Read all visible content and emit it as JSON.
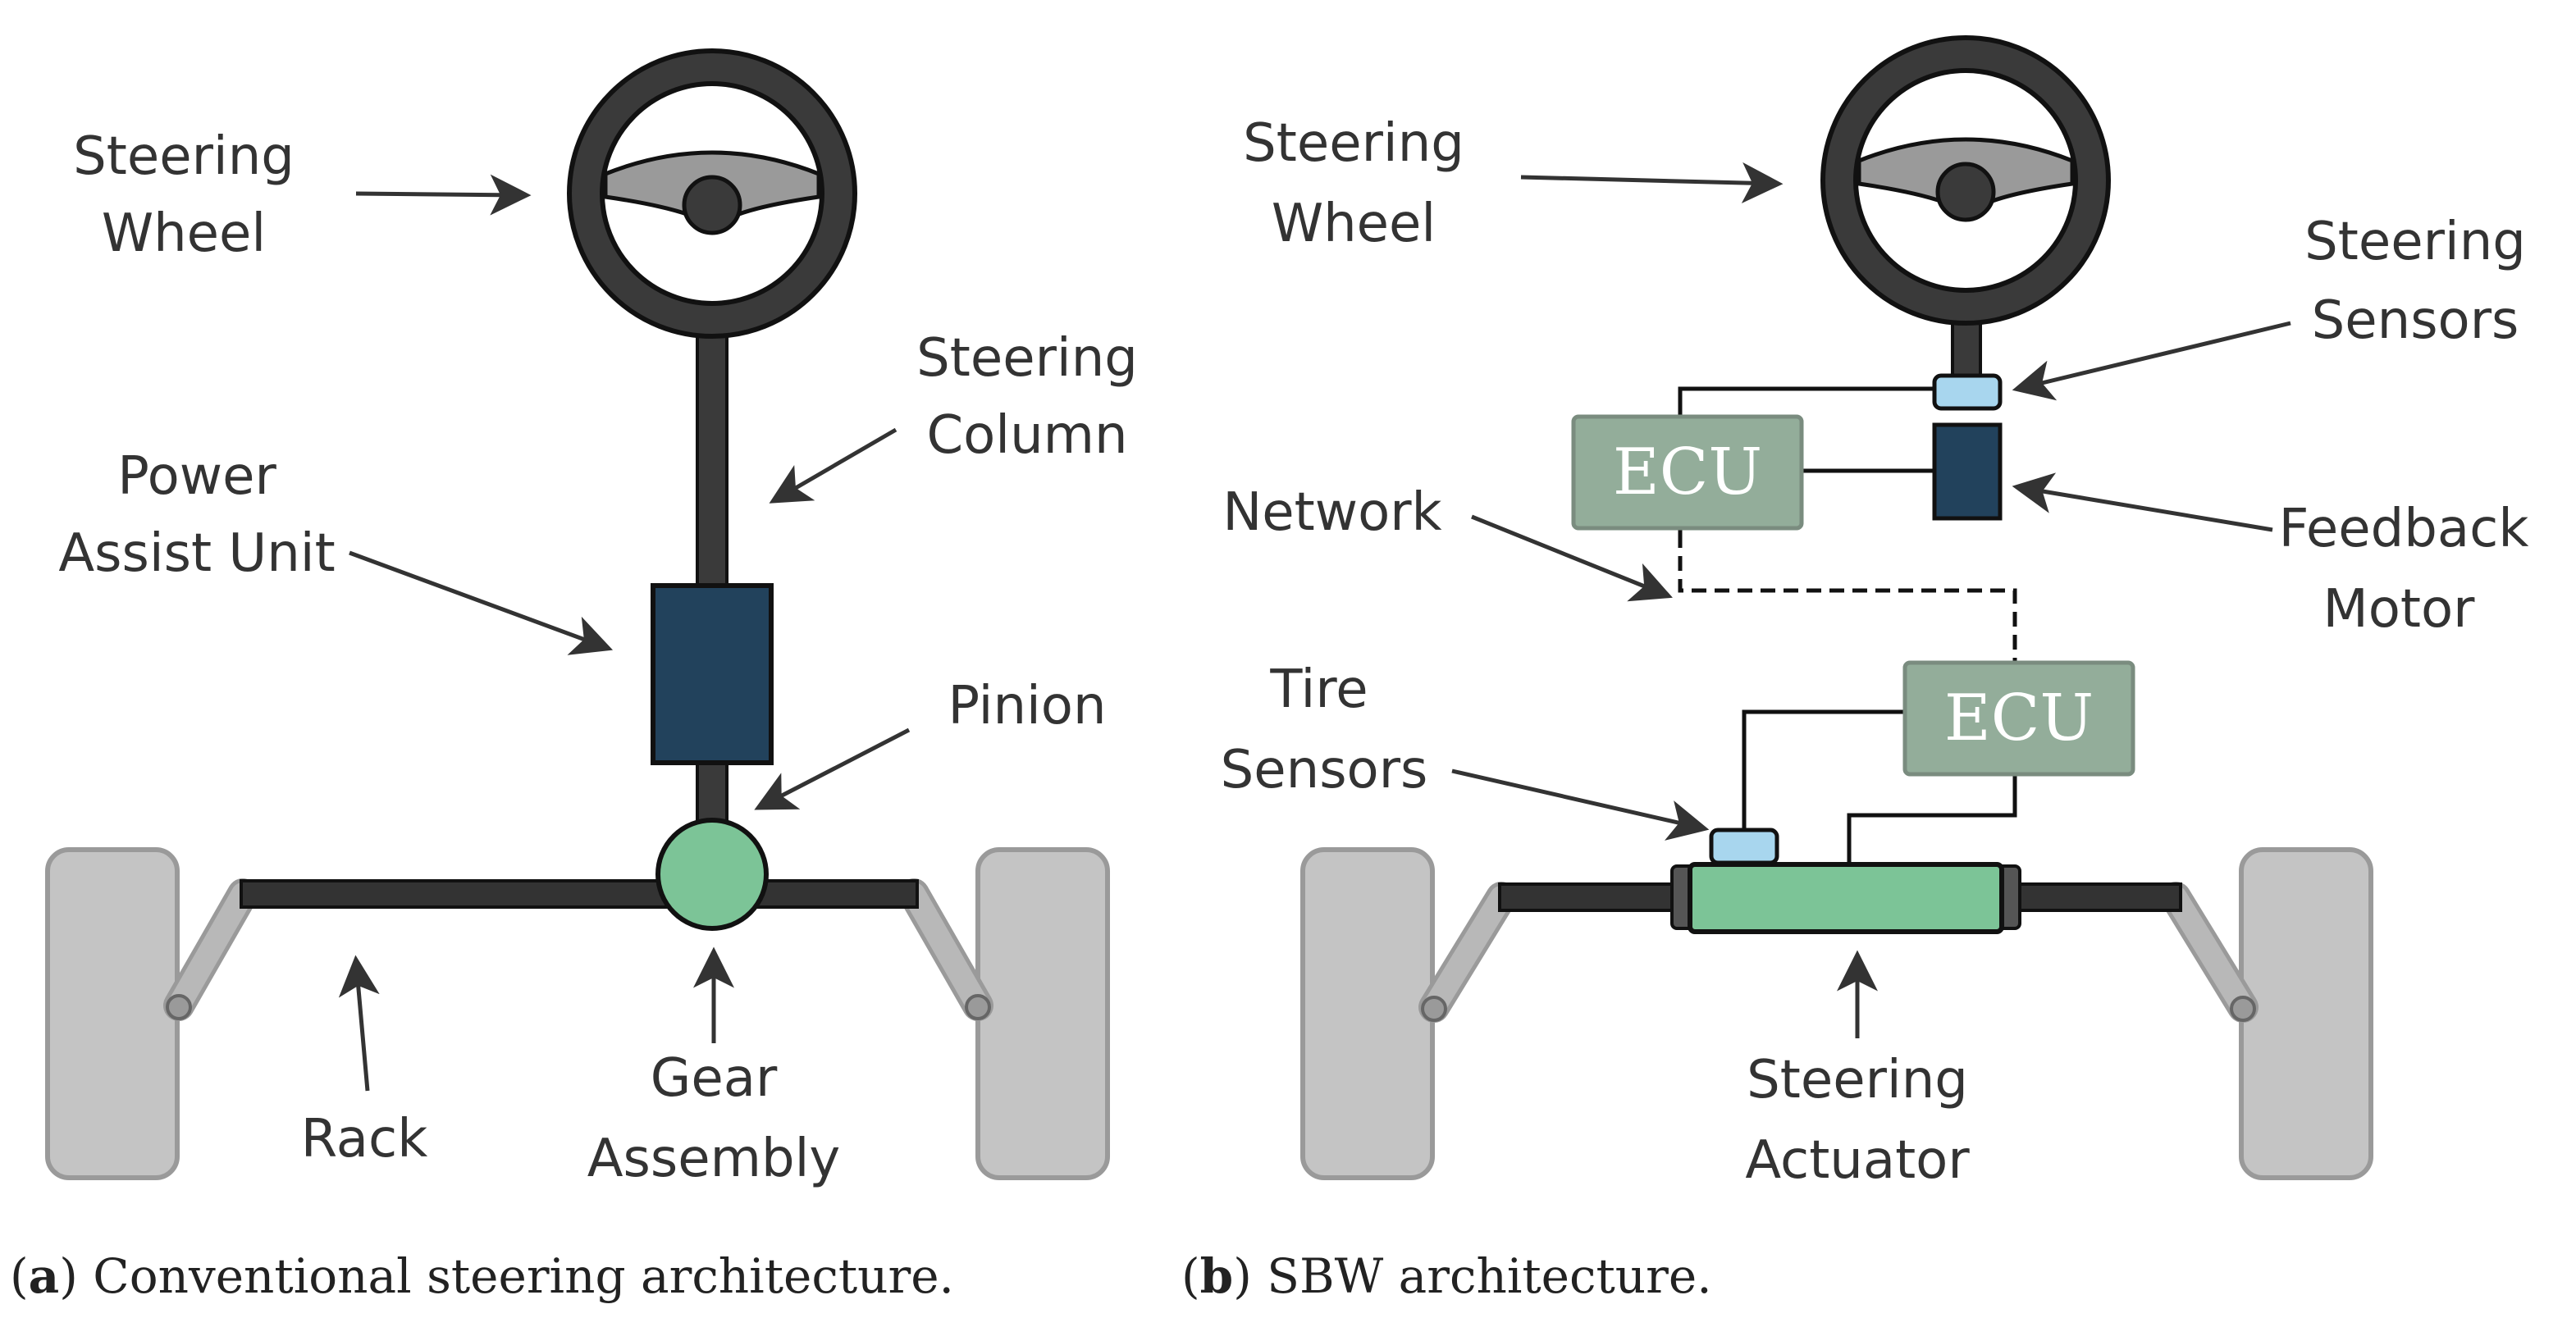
{
  "colors": {
    "tire": "#c4c4c4",
    "tire_stroke": "#9a9a9a",
    "shaft": "#333333",
    "wheel_dark": "#3a3a3a",
    "wheel_spoke": "#9a9a9a",
    "motor": "#22425c",
    "gear": "#7cc497",
    "actuator": "#7cc497",
    "ecu": "#93ad9a",
    "sensor": "#a8d6ee",
    "arrow": "#333333"
  },
  "panel_a": {
    "labels": {
      "steering_wheel": [
        "Steering",
        "Wheel"
      ],
      "steering_column": [
        "Steering",
        "Column"
      ],
      "power_assist_unit": [
        "Power",
        "Assist Unit"
      ],
      "pinion": "Pinion",
      "rack": "Rack",
      "gear_assembly": [
        "Gear",
        "Assembly"
      ]
    },
    "caption": {
      "letter": "a",
      "text": " Conventional steering architecture."
    }
  },
  "panel_b": {
    "labels": {
      "steering_wheel": [
        "Steering",
        "Wheel"
      ],
      "steering_sensors": [
        "Steering",
        "Sensors"
      ],
      "network": "Network",
      "feedback_motor": [
        "Feedback",
        "Motor"
      ],
      "tire_sensors": [
        "Tire",
        "Sensors"
      ],
      "steering_actuator": [
        "Steering",
        "Actuator"
      ],
      "ecu_top": "ECU",
      "ecu_bottom": "ECU"
    },
    "caption": {
      "letter": "b",
      "text": " SBW architecture."
    }
  }
}
